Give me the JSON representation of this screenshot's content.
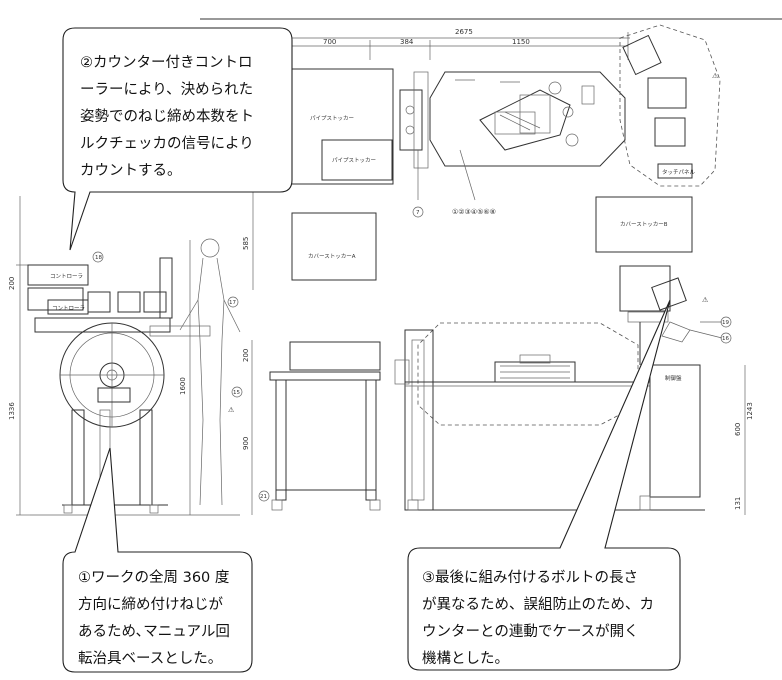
{
  "callouts": {
    "c1": {
      "text": "①ワークの全周 360 度\n方向に締め付けねじが\nあるため､マニュアル回\n転治具ベースとした。"
    },
    "c2": {
      "text": "②カウンター付きコントロ\nーラーにより、決められた\n姿勢でのねじ締め本数をト\nルクチェッカの信号により\nカウントする。"
    },
    "c3": {
      "text": "③最後に組み付けるボルトの長さ\nが異なるため、誤組防止のため、カ\nウンターとの連動でケースが開く\n機構とした。"
    }
  },
  "dimensions": {
    "top_total": "2675",
    "top_a": "700",
    "top_b": "384",
    "top_c": "1150",
    "left_height": "1336",
    "left_small": "200",
    "person": "1600",
    "mid_585": "585",
    "mid_200": "200",
    "mid_900": "900",
    "right_1243": "1243",
    "right_600": "600",
    "right_131": "131"
  },
  "labels": {
    "pipe_stocker": "パイプストッカー",
    "pipe_stocker2": "パイプストッカー",
    "cover_stocker_a": "カバーストッカーA",
    "cover_stocker_b": "カバーストッカーB",
    "touch_panel": "タッチパネル",
    "controller1": "コントローラ",
    "controller2": "コントローラ",
    "control_panel": "制御盤"
  },
  "markers": {
    "m7": "7",
    "m_seq": "①②③④⑤⑥⑧",
    "m18": "18",
    "m17": "17",
    "m15": "15",
    "m21": "21",
    "m19": "19",
    "m16": "16",
    "warn": "⚠"
  }
}
